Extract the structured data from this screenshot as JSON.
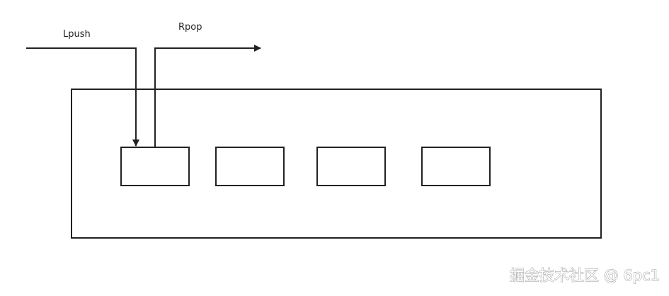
{
  "labels": {
    "lpush": "Lpush",
    "rpop": "Rpop"
  },
  "watermark": "掘金技术社区 @ 6pc1",
  "colors": {
    "stroke": "#222222",
    "background": "#ffffff",
    "watermark_outline": "#9a9a9a"
  }
}
